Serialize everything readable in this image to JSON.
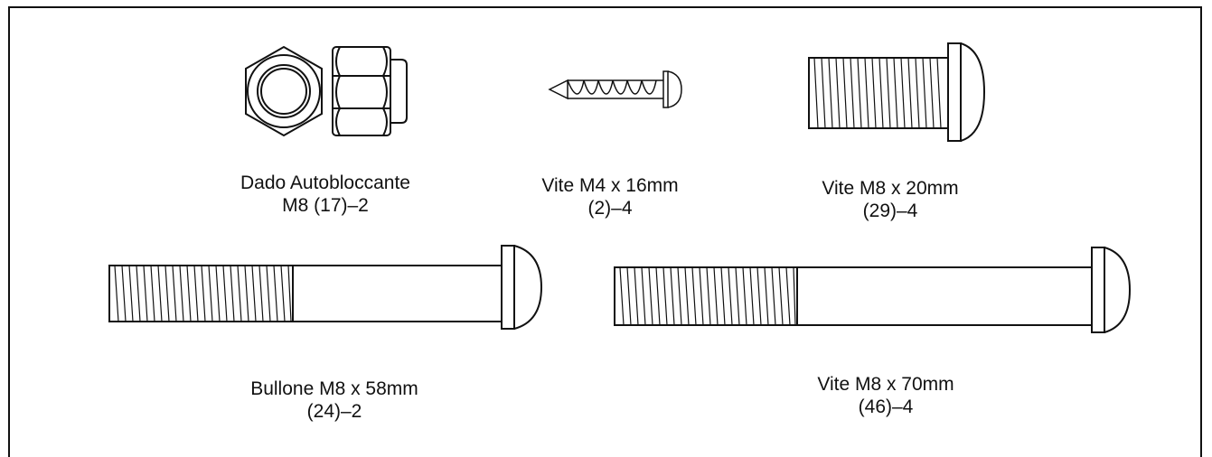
{
  "parts": [
    {
      "id": "self-locking-nut",
      "name": "Dado Autobloccante",
      "detail": "M8 (17)–2"
    },
    {
      "id": "screw-m4x16",
      "name": "Vite M4 x 16mm",
      "detail": "(2)–4"
    },
    {
      "id": "screw-m8x20",
      "name": "Vite M8 x 20mm",
      "detail": "(29)–4"
    },
    {
      "id": "bolt-m8x58",
      "name": "Bullone M8 x 58mm",
      "detail": "(24)–2"
    },
    {
      "id": "screw-m8x70",
      "name": "Vite M8 x 70mm",
      "detail": "(46)–4"
    }
  ]
}
